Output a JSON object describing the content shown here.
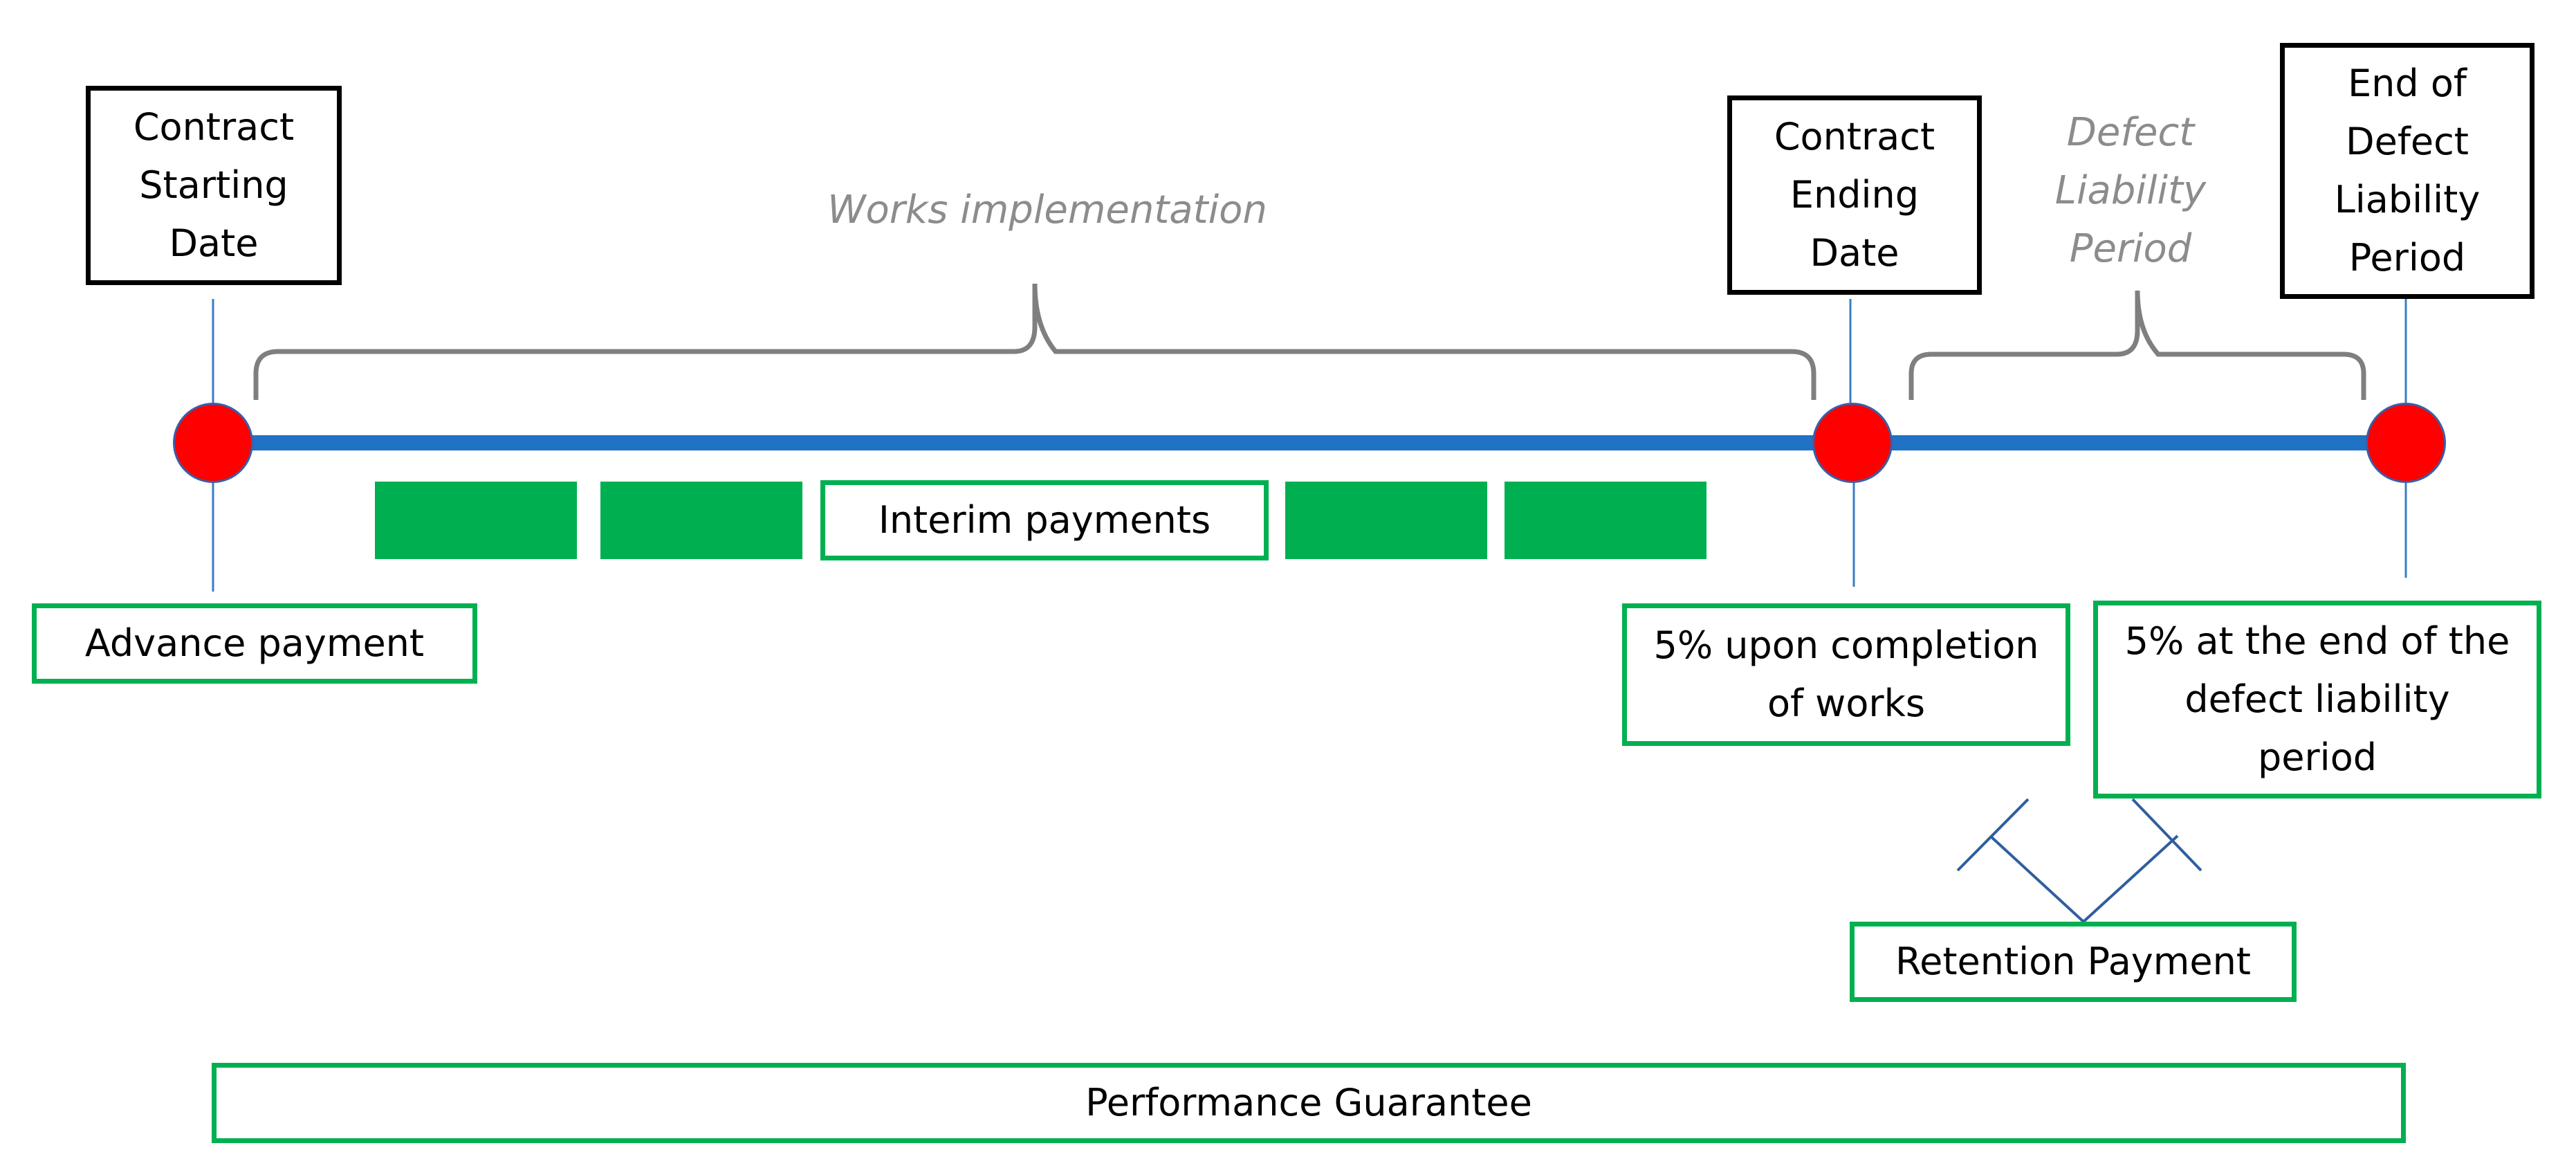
{
  "milestones": {
    "start_label": "Contract\nStarting\nDate",
    "end_label": "Contract\nEnding\nDate",
    "dlp_end_label": "End of\nDefect\nLiability\nPeriod"
  },
  "phases": {
    "works": "Works implementation",
    "dlp": "Defect\nLiability\nPeriod"
  },
  "payments": {
    "advance": "Advance payment",
    "interim": "Interim payments",
    "completion": "5% upon completion\nof works",
    "dlp_end": "5% at the end of the\ndefect liability\nperiod",
    "retention": "Retention Payment",
    "guarantee": "Performance Guarantee"
  },
  "colors": {
    "timeline": "#1f72c4",
    "milestone_dot": "#ff0000",
    "payment_border": "#00b050",
    "phase_text": "#8c8c8c"
  }
}
